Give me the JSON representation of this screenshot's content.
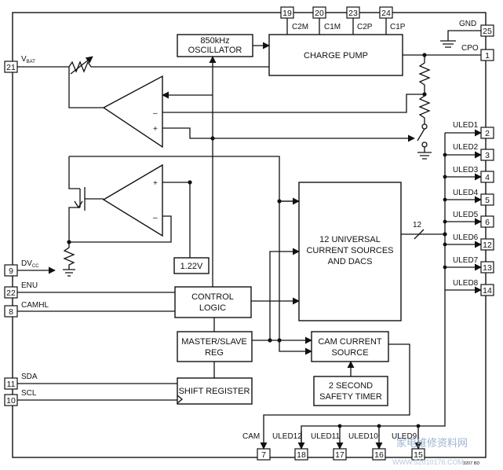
{
  "blocks": {
    "oscillator": [
      "850kHz",
      "OSCILLATOR"
    ],
    "charge_pump": "CHARGE PUMP",
    "current_sources": [
      "12 UNIVERSAL",
      "CURRENT SOURCES",
      "AND DACS"
    ],
    "control_logic": [
      "CONTROL",
      "LOGIC"
    ],
    "master_slave": [
      "MASTER/SLAVE",
      "REG"
    ],
    "cam_current": [
      "CAM CURRENT",
      "SOURCE"
    ],
    "safety_timer": [
      "2 SECOND",
      "SAFETY TIMER"
    ],
    "shift_register": "SHIFT REGISTER",
    "ref": "1.22V"
  },
  "top_pins": [
    {
      "num": "19",
      "label": "C2M"
    },
    {
      "num": "20",
      "label": "C1M"
    },
    {
      "num": "23",
      "label": "C2P"
    },
    {
      "num": "24",
      "label": "C1P"
    }
  ],
  "left_pins": [
    {
      "num": "21",
      "label": "V",
      "sub": "BAT"
    },
    {
      "num": "9",
      "label": "DV",
      "sub": "CC"
    },
    {
      "num": "22",
      "label": "ENU",
      "sub": ""
    },
    {
      "num": "8",
      "label": "CAMHL",
      "sub": ""
    },
    {
      "num": "11",
      "label": "SDA",
      "sub": ""
    },
    {
      "num": "10",
      "label": "SCL",
      "sub": ""
    }
  ],
  "right_pins": [
    {
      "num": "25",
      "label": "GND"
    },
    {
      "num": "1",
      "label": "CPO"
    },
    {
      "num": "2",
      "label": "ULED1"
    },
    {
      "num": "3",
      "label": "ULED2"
    },
    {
      "num": "4",
      "label": "ULED3"
    },
    {
      "num": "5",
      "label": "ULED4"
    },
    {
      "num": "6",
      "label": "ULED5"
    },
    {
      "num": "12",
      "label": "ULED6"
    },
    {
      "num": "13",
      "label": "ULED7"
    },
    {
      "num": "14",
      "label": "ULED8"
    }
  ],
  "bottom_pins": [
    {
      "num": "7",
      "label": "CAM"
    },
    {
      "num": "18",
      "label": "ULED12"
    },
    {
      "num": "17",
      "label": "ULED11"
    },
    {
      "num": "16",
      "label": "ULED10"
    },
    {
      "num": "15",
      "label": "ULED9"
    }
  ],
  "bus_width": "12",
  "opamp_signs": {
    "top_minus": "–",
    "top_plus": "+",
    "bot_plus": "+",
    "bot_minus": "–"
  },
  "figure_id": "3207 BD",
  "watermark": {
    "main": "家电维修资料网",
    "sub": "WWW.52010176.COM"
  }
}
